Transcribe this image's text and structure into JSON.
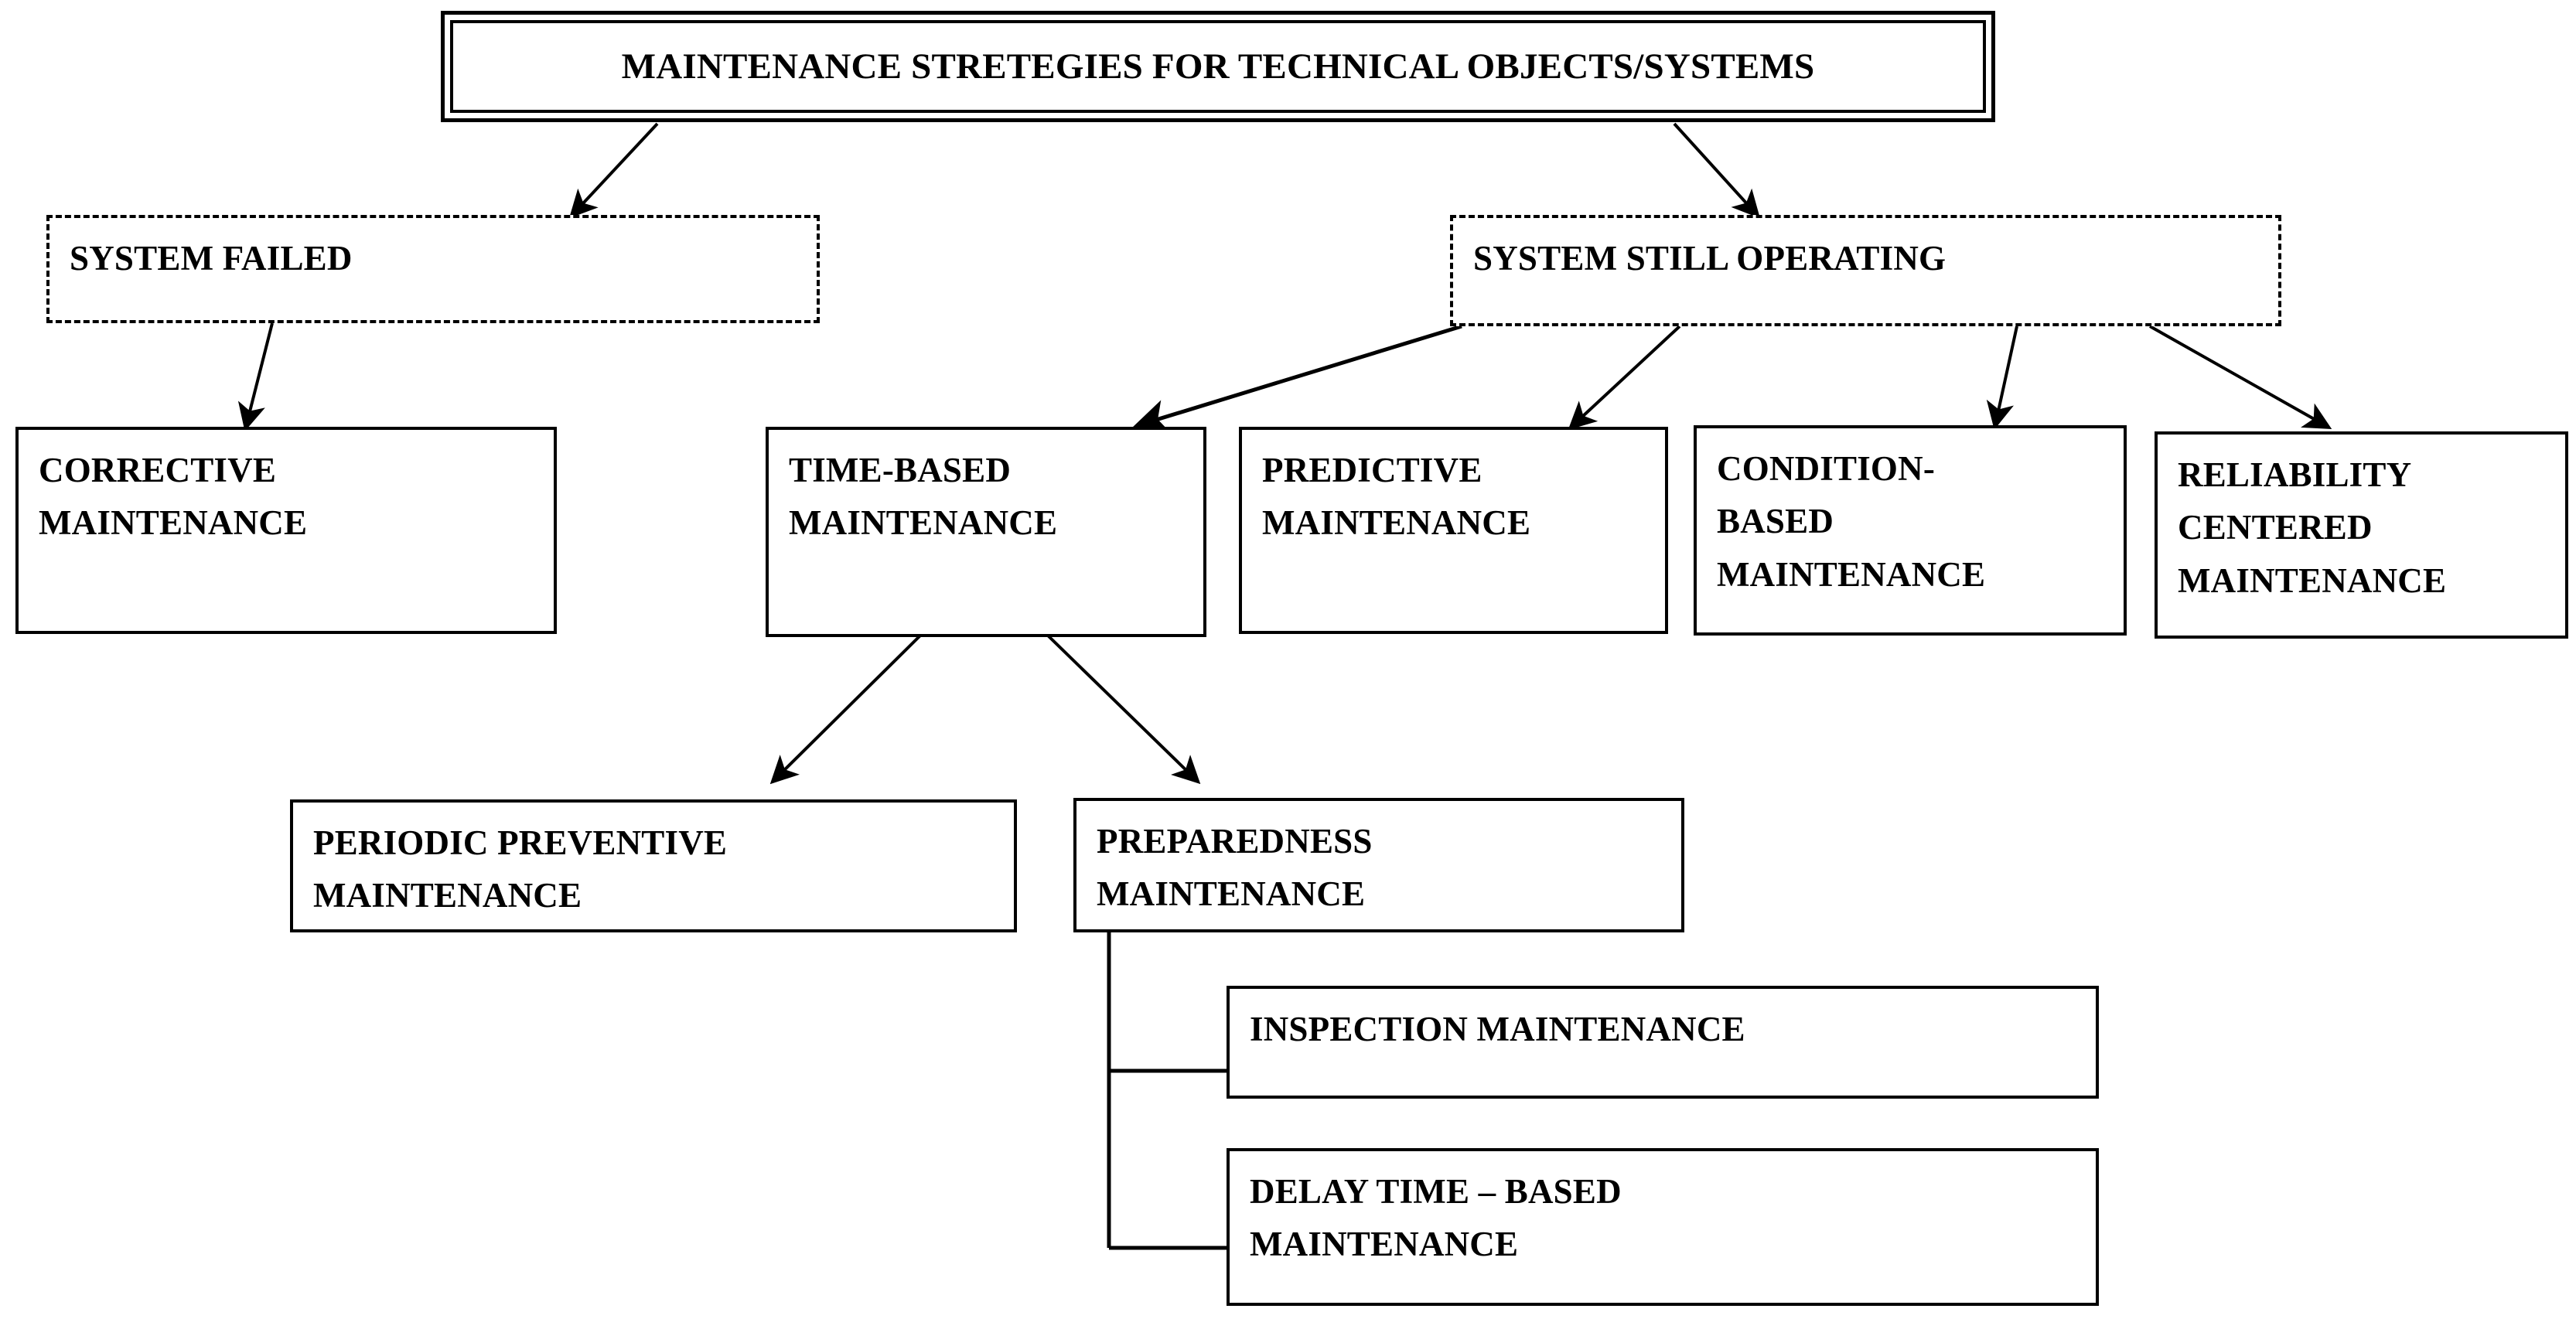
{
  "diagram": {
    "title": "MAINTENANCE STRETEGIES FOR TECHNICAL OBJECTS/SYSTEMS",
    "nodes": {
      "root": {
        "label": "MAINTENANCE STRETEGIES FOR TECHNICAL OBJECTS/SYSTEMS",
        "border": "double"
      },
      "system_failed": {
        "label": "SYSTEM FAILED",
        "border": "dashed"
      },
      "system_still_operating": {
        "label": "SYSTEM STILL OPERATING",
        "border": "dashed"
      },
      "corrective": {
        "label": "CORRECTIVE\nMAINTENANCE",
        "border": "solid"
      },
      "time_based": {
        "label": "TIME-BASED\nMAINTENANCE",
        "border": "solid"
      },
      "predictive": {
        "label": "PREDICTIVE\nMAINTENANCE",
        "border": "solid"
      },
      "condition_based": {
        "label": "CONDITION-\nBASED\nMAINTENANCE",
        "border": "solid"
      },
      "reliability_centered": {
        "label": "RELIABILITY\nCENTERED\nMAINTENANCE",
        "border": "solid"
      },
      "periodic_preventive": {
        "label": "PERIODIC PREVENTIVE\nMAINTENANCE",
        "border": "solid"
      },
      "preparedness": {
        "label": "PREPAREDNESS\nMAINTENANCE",
        "border": "solid"
      },
      "inspection": {
        "label": "INSPECTION MAINTENANCE",
        "border": "solid"
      },
      "delay_time_based": {
        "label": "DELAY TIME – BASED\nMAINTENANCE",
        "border": "solid"
      }
    },
    "edges": [
      {
        "from": "root",
        "to": "system_failed",
        "style": "arrow"
      },
      {
        "from": "root",
        "to": "system_still_operating",
        "style": "arrow"
      },
      {
        "from": "system_failed",
        "to": "corrective",
        "style": "arrow"
      },
      {
        "from": "system_still_operating",
        "to": "time_based",
        "style": "arrow"
      },
      {
        "from": "system_still_operating",
        "to": "predictive",
        "style": "arrow"
      },
      {
        "from": "system_still_operating",
        "to": "condition_based",
        "style": "arrow"
      },
      {
        "from": "system_still_operating",
        "to": "reliability_centered",
        "style": "arrow"
      },
      {
        "from": "time_based",
        "to": "periodic_preventive",
        "style": "arrow"
      },
      {
        "from": "time_based",
        "to": "preparedness",
        "style": "arrow"
      },
      {
        "from": "preparedness",
        "to": "inspection",
        "style": "bracket"
      },
      {
        "from": "preparedness",
        "to": "delay_time_based",
        "style": "bracket"
      }
    ],
    "colors": {
      "stroke": "#000000",
      "background": "#ffffff",
      "text": "#000000"
    }
  }
}
